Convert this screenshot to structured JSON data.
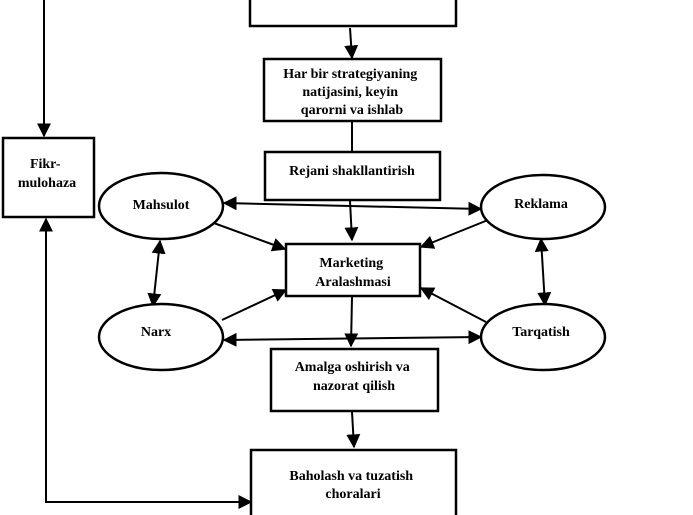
{
  "diagram": {
    "boxes": {
      "feedback": {
        "lines": [
          "Fikr-",
          "mulohaza"
        ]
      },
      "strategy_results": {
        "lines": [
          "Har bir strategiyaning",
          "natijasini, keyin",
          "qarorni va ishlab"
        ]
      },
      "plan_formation": {
        "lines": [
          "Rejani shakllantirish"
        ]
      },
      "marketing_mix": {
        "lines": [
          "Marketing",
          "Aralashmasi"
        ]
      },
      "implementation": {
        "lines": [
          "Amalga oshirish va",
          "nazorat qilish"
        ]
      },
      "evaluation": {
        "lines": [
          "Baholash va tuzatish",
          "choralari"
        ]
      }
    },
    "ellipses": {
      "product": {
        "label": "Mahsulot"
      },
      "advertising": {
        "label": "Reklama"
      },
      "price": {
        "label": "Narx"
      },
      "distribution": {
        "label": "Tarqatish"
      }
    },
    "colors": {
      "stroke": "#000000",
      "fill": "#ffffff",
      "text": "#000000"
    }
  }
}
